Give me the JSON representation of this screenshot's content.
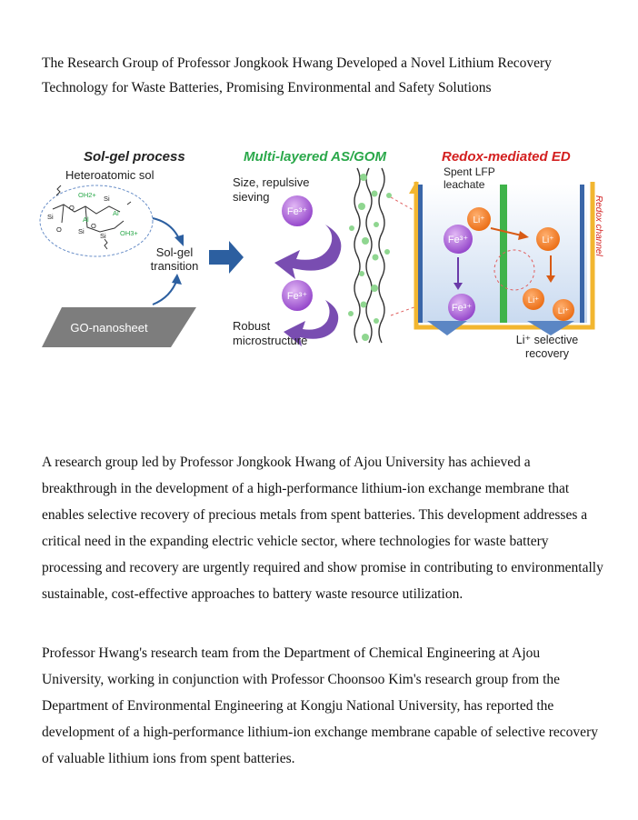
{
  "article": {
    "title": "The Research Group of Professor Jongkook Hwang Developed a Novel Lithium Recovery Technology for Waste Batteries, Promising Environmental and Safety Solutions",
    "paragraphs": [
      "A research group led by Professor Jongkook Hwang of Ajou University has achieved a breakthrough in the development of a high-performance lithium-ion exchange membrane that enables selective recovery of precious metals from spent batteries. This development addresses a critical need in the expanding electric vehicle sector, where technologies for waste battery processing and recovery are urgently required and show promise in contributing to environmentally sustainable, cost-effective approaches to battery waste resource utilization.",
      "Professor Hwang's research team from the Department of Chemical Engineering at Ajou University, working in conjunction with Professor Choonsoo Kim's research group from the Department of Environmental Engineering at Kongju National University, has reported the development of a high-performance lithium-ion exchange membrane capable of selective recovery of valuable lithium ions from spent batteries."
    ]
  },
  "figure": {
    "sol_gel": {
      "heading": "Sol-gel process",
      "subheading": "Heteroatomic sol",
      "transition": [
        "Sol-gel",
        "transition"
      ],
      "nanosheet": "GO-nanosheet",
      "atoms": [
        "Si",
        "O",
        "Al",
        "OH2+",
        "OH3+"
      ]
    },
    "membrane": {
      "heading": "Multi-layered AS/GOM",
      "sieving": [
        "Size, repulsive",
        "sieving"
      ],
      "robust": [
        "Robust",
        "microstructure"
      ],
      "ion_fe": "Fe³⁺"
    },
    "redox": {
      "heading": "Redox-mediated ED",
      "leachate": [
        "Spent LFP",
        "leachate"
      ],
      "channel": "Redox channel",
      "ion_li": "Li⁺",
      "ion_fe": "Fe³⁺",
      "recovery": [
        "Li⁺ selective",
        "recovery"
      ]
    },
    "colors": {
      "sol_heading": "#222222",
      "membrane_heading": "#2aa84a",
      "redox_heading": "#d32020",
      "fe_ion": "#a24fd0",
      "li_ion": "#f07a1e",
      "arrow_blue": "#2c5fa0",
      "arrow_purple": "#6a3aa8",
      "frame_gold": "#f2b630"
    }
  }
}
